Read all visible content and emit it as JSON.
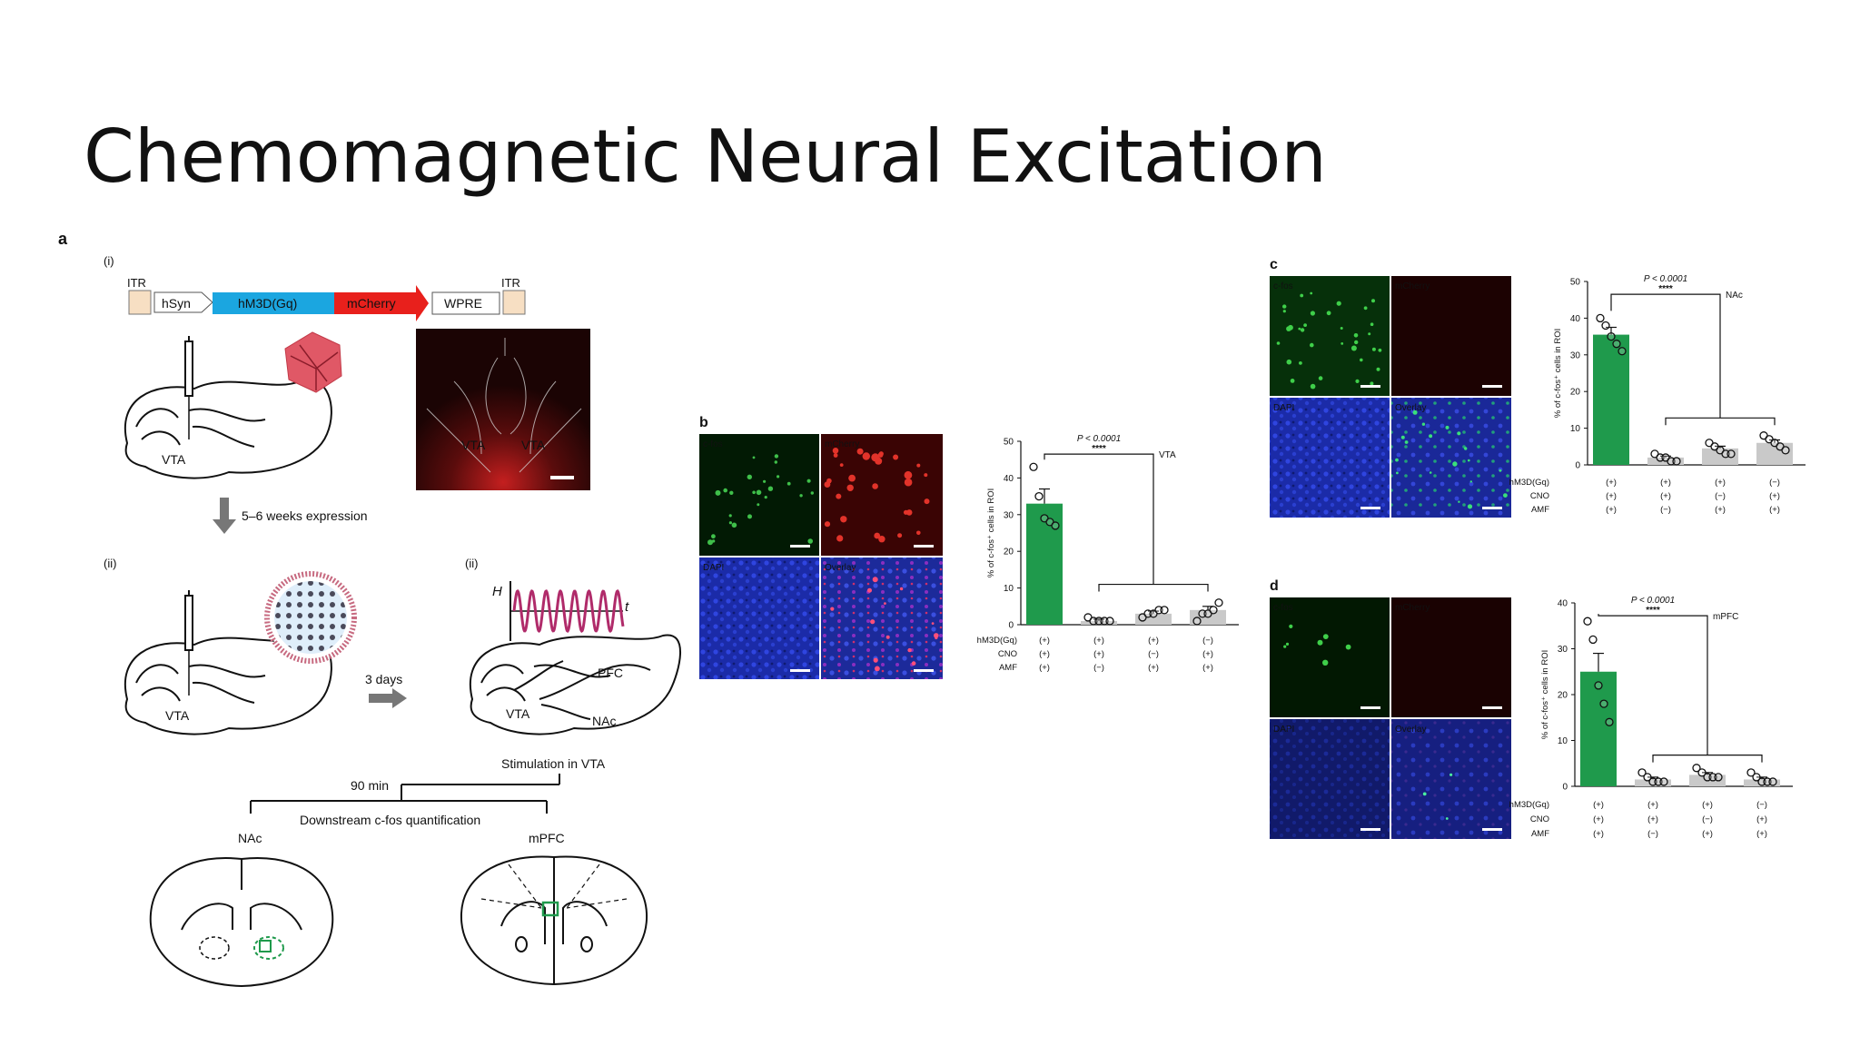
{
  "slide": {
    "title": "Chemomagnetic Neural Excitation"
  },
  "panel_a": {
    "label": "a",
    "sub_i": "(i)",
    "sub_ii_left": "(ii)",
    "sub_ii_right": "(ii)",
    "construct": {
      "itr_left": "ITR",
      "hsyn": "hSyn",
      "hm3d": "hM3D(Gq)",
      "mcherry": "mCherry",
      "wpre": "WPRE",
      "itr_right": "ITR"
    },
    "brain_vta_1": "VTA",
    "histology_vta_left": "VTA",
    "histology_vta_right": "VTA",
    "expression": "5–6 weeks expression",
    "brain_vta_2": "VTA",
    "days": "3 days",
    "h_label": "H",
    "t_label": "t",
    "brain3_pfc": "PFC",
    "brain3_vta": "VTA",
    "brain3_nac": "NAc",
    "stimulation": "Stimulation in VTA",
    "minutes": "90 min",
    "downstream": "Downstream c-fos quantification",
    "coronal_left": "NAc",
    "coronal_right": "mPFC"
  },
  "panel_b": {
    "label": "b",
    "images": [
      "c-fos",
      "mCherry",
      "DAPI",
      "Overlay"
    ],
    "chart": {
      "region": "VTA",
      "pvalue": "P < 0.0001",
      "stars": "****",
      "ylabel": "% of c-fos⁺ cells in ROI",
      "yticks": [
        "0",
        "10",
        "20",
        "30",
        "40",
        "50"
      ],
      "rows": [
        {
          "label": "hM3D(Gq)",
          "values": [
            "(+)",
            "(+)",
            "(+)",
            "(−)"
          ]
        },
        {
          "label": "CNO",
          "values": [
            "(+)",
            "(+)",
            "(−)",
            "(+)"
          ]
        },
        {
          "label": "AMF",
          "values": [
            "(+)",
            "(−)",
            "(+)",
            "(+)"
          ]
        }
      ]
    }
  },
  "panel_c": {
    "label": "c",
    "images": [
      "c-fos",
      "mCherry",
      "DAPI",
      "Overlay"
    ],
    "chart": {
      "region": "NAc",
      "pvalue": "P < 0.0001",
      "stars": "****",
      "ylabel": "% of c-fos⁺ cells in ROI",
      "yticks": [
        "0",
        "10",
        "20",
        "30",
        "40",
        "50"
      ],
      "rows": [
        {
          "label": "hM3D(Gq)",
          "values": [
            "(+)",
            "(+)",
            "(+)",
            "(−)"
          ]
        },
        {
          "label": "CNO",
          "values": [
            "(+)",
            "(+)",
            "(−)",
            "(+)"
          ]
        },
        {
          "label": "AMF",
          "values": [
            "(+)",
            "(−)",
            "(+)",
            "(+)"
          ]
        }
      ]
    }
  },
  "panel_d": {
    "label": "d",
    "images": [
      "c-fos",
      "mCherry",
      "DAPI",
      "Overlay"
    ],
    "chart": {
      "region": "mPFC",
      "pvalue": "P < 0.0001",
      "stars": "****",
      "ylabel": "% of c-fos⁺ cells in ROI",
      "yticks": [
        "0",
        "10",
        "20",
        "30",
        "40"
      ],
      "rows": [
        {
          "label": "hM3D(Gq)",
          "values": [
            "(+)",
            "(+)",
            "(+)",
            "(−)"
          ]
        },
        {
          "label": "CNO",
          "values": [
            "(+)",
            "(+)",
            "(−)",
            "(+)"
          ]
        },
        {
          "label": "AMF",
          "values": [
            "(+)",
            "(−)",
            "(+)",
            "(+)"
          ]
        }
      ]
    }
  },
  "chart_data": [
    {
      "type": "bar",
      "region": "VTA",
      "ylabel": "% of c-fos⁺ cells in ROI",
      "ylim": [
        0,
        50
      ],
      "values": [
        33,
        1,
        3,
        4
      ],
      "points": [
        [
          43,
          35,
          29,
          28,
          27
        ],
        [
          2,
          1,
          1,
          1,
          1
        ],
        [
          2,
          3,
          3,
          4,
          4
        ],
        [
          1,
          3,
          3,
          4,
          6
        ]
      ],
      "errors": [
        4,
        0.5,
        0.7,
        1
      ],
      "colors": [
        "#1f9a4c",
        "#c9c9c9",
        "#c9c9c9",
        "#c9c9c9"
      ]
    },
    {
      "type": "bar",
      "region": "NAc",
      "ylabel": "% of c-fos⁺ cells in ROI",
      "ylim": [
        0,
        50
      ],
      "values": [
        35.5,
        2,
        4.5,
        6
      ],
      "points": [
        [
          40,
          38,
          35,
          33,
          31
        ],
        [
          3,
          2,
          2,
          1,
          1
        ],
        [
          6,
          5,
          4,
          3,
          3
        ],
        [
          8,
          7,
          6,
          5,
          4
        ]
      ],
      "errors": [
        2,
        0.4,
        0.6,
        0.8
      ],
      "colors": [
        "#1f9a4c",
        "#c9c9c9",
        "#c9c9c9",
        "#c9c9c9"
      ]
    },
    {
      "type": "bar",
      "region": "mPFC",
      "ylabel": "% of c-fos⁺ cells in ROI",
      "ylim": [
        0,
        40
      ],
      "values": [
        25,
        1.5,
        2.5,
        1.5
      ],
      "points": [
        [
          36,
          32,
          22,
          18,
          14
        ],
        [
          3,
          2,
          1,
          1,
          1
        ],
        [
          4,
          3,
          2,
          2,
          2
        ],
        [
          3,
          2,
          1,
          1,
          1
        ]
      ],
      "errors": [
        4,
        0.5,
        0.5,
        0.5
      ],
      "colors": [
        "#1f9a4c",
        "#c9c9c9",
        "#c9c9c9",
        "#c9c9c9"
      ]
    }
  ]
}
